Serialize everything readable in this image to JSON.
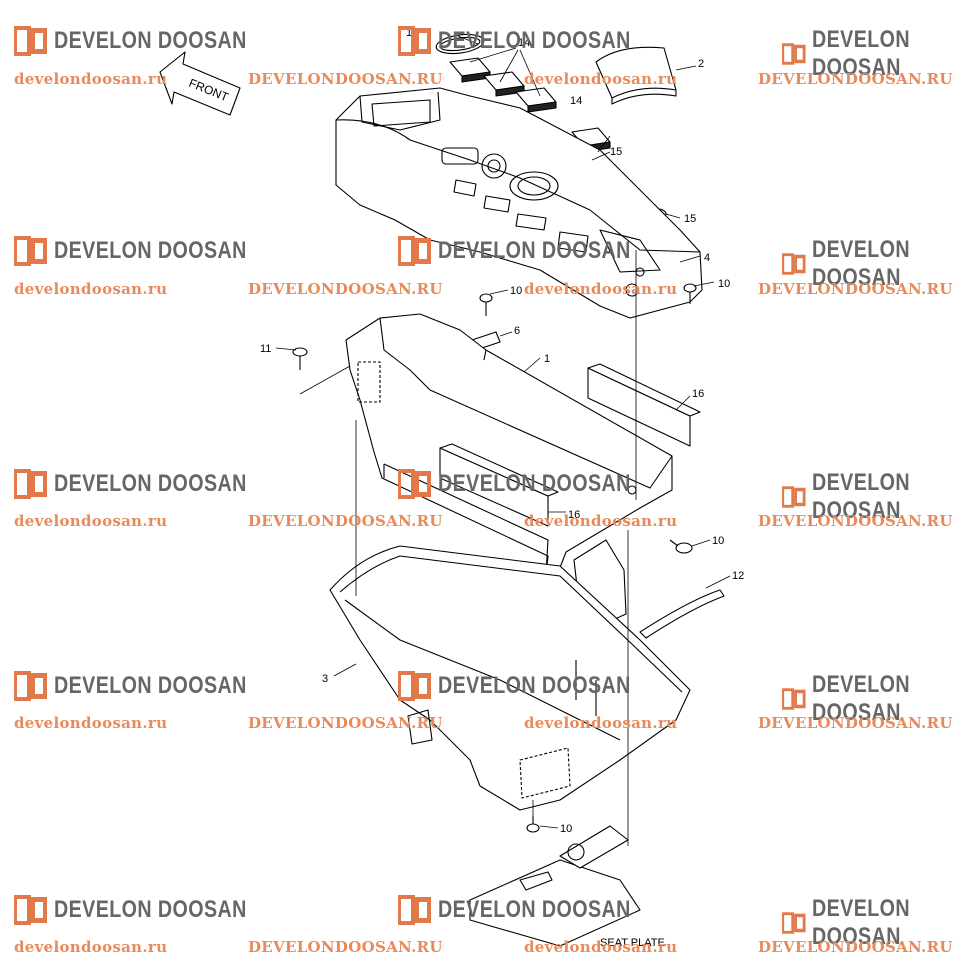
{
  "watermark": {
    "brand": "DEVELON DOOSAN",
    "url_lower": "develondoosan.ru",
    "url_upper": "DEVELONDOOSAN.RU",
    "logo_color": "#e2794a",
    "brand_text_color": "#666666",
    "url_color": "#e88a5a"
  },
  "diagram": {
    "front_label": "FRONT",
    "seat_plate_label": "SEAT PLATE",
    "callouts": [
      "13",
      "14",
      "2",
      "14",
      "15",
      "15",
      "4",
      "10",
      "10",
      "6",
      "11",
      "1",
      "16",
      "16",
      "10",
      "12",
      "3",
      "10"
    ]
  }
}
